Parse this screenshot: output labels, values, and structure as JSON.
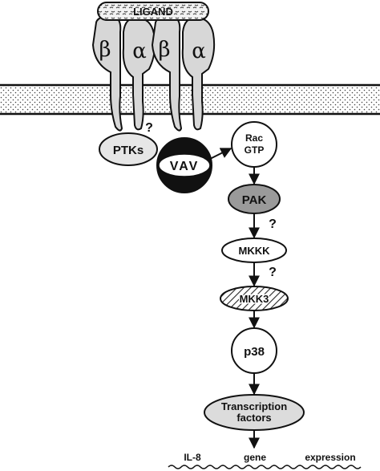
{
  "receptor": {
    "ligand_label": "LIGAND",
    "subunits": [
      "β",
      "α",
      "β",
      "α"
    ]
  },
  "nodes": {
    "ptks": "PTKs",
    "vav": "VAV",
    "rac_line1": "Rac",
    "rac_line2": "GTP",
    "pak": "PAK",
    "mkkk": "MKKK",
    "mkk3": "MKK3",
    "p38": "p38",
    "tf_line1": "Transcription",
    "tf_line2": "factors"
  },
  "uncertain_marks": {
    "ptks_question": "?",
    "pak_mkkk_question": "?",
    "mkkk_mkk3_question": "?"
  },
  "output": {
    "word1": "IL-8",
    "word2": "gene",
    "word3": "expression"
  }
}
